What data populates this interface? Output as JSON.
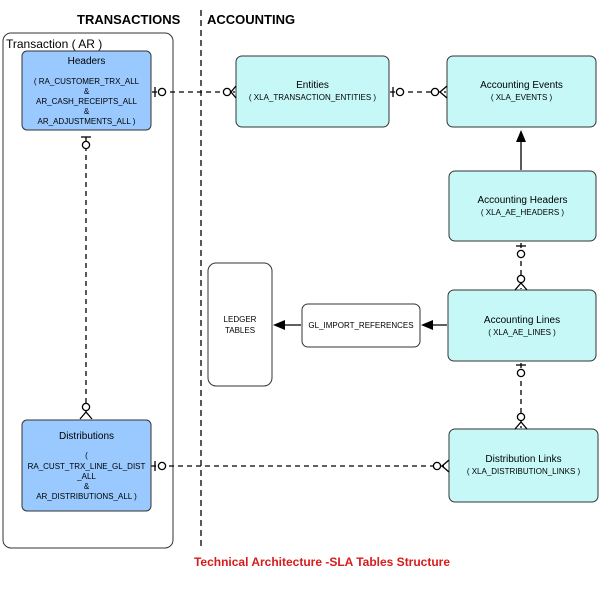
{
  "sections": {
    "left": "TRANSACTIONS",
    "right": "ACCOUNTING"
  },
  "group_label": "Transaction ( AR )",
  "nodes": {
    "headers": {
      "title": "Headers",
      "lines": [
        "( RA_CUSTOMER_TRX_ALL",
        "&",
        "AR_CASH_RECEIPTS_ALL",
        "&",
        "AR_ADJUSTMENTS_ALL )"
      ]
    },
    "distributions": {
      "title": "Distributions",
      "lines": [
        "(",
        "RA_CUST_TRX_LINE_GL_DIST",
        "_ALL",
        "&",
        "AR_DISTRIBUTIONS_ALL )"
      ]
    },
    "entities": {
      "title": "Entities",
      "lines": [
        "( XLA_TRANSACTION_ENTITIES )"
      ]
    },
    "events": {
      "title": "Accounting Events",
      "lines": [
        "( XLA_EVENTS )"
      ]
    },
    "ae_headers": {
      "title": "Accounting Headers",
      "lines": [
        "( XLA_AE_HEADERS )"
      ]
    },
    "ae_lines": {
      "title": "Accounting Lines",
      "lines": [
        "( XLA_AE_LINES )"
      ]
    },
    "dist_links": {
      "title": "Distribution Links",
      "lines": [
        "( XLA_DISTRIBUTION_LINKS )"
      ]
    },
    "gl_import": {
      "title": "GL_IMPORT_REFERENCES"
    },
    "ledger": {
      "lines": [
        "LEDGER",
        "TABLES"
      ]
    }
  },
  "caption": "Technical Architecture -SLA Tables Structure"
}
